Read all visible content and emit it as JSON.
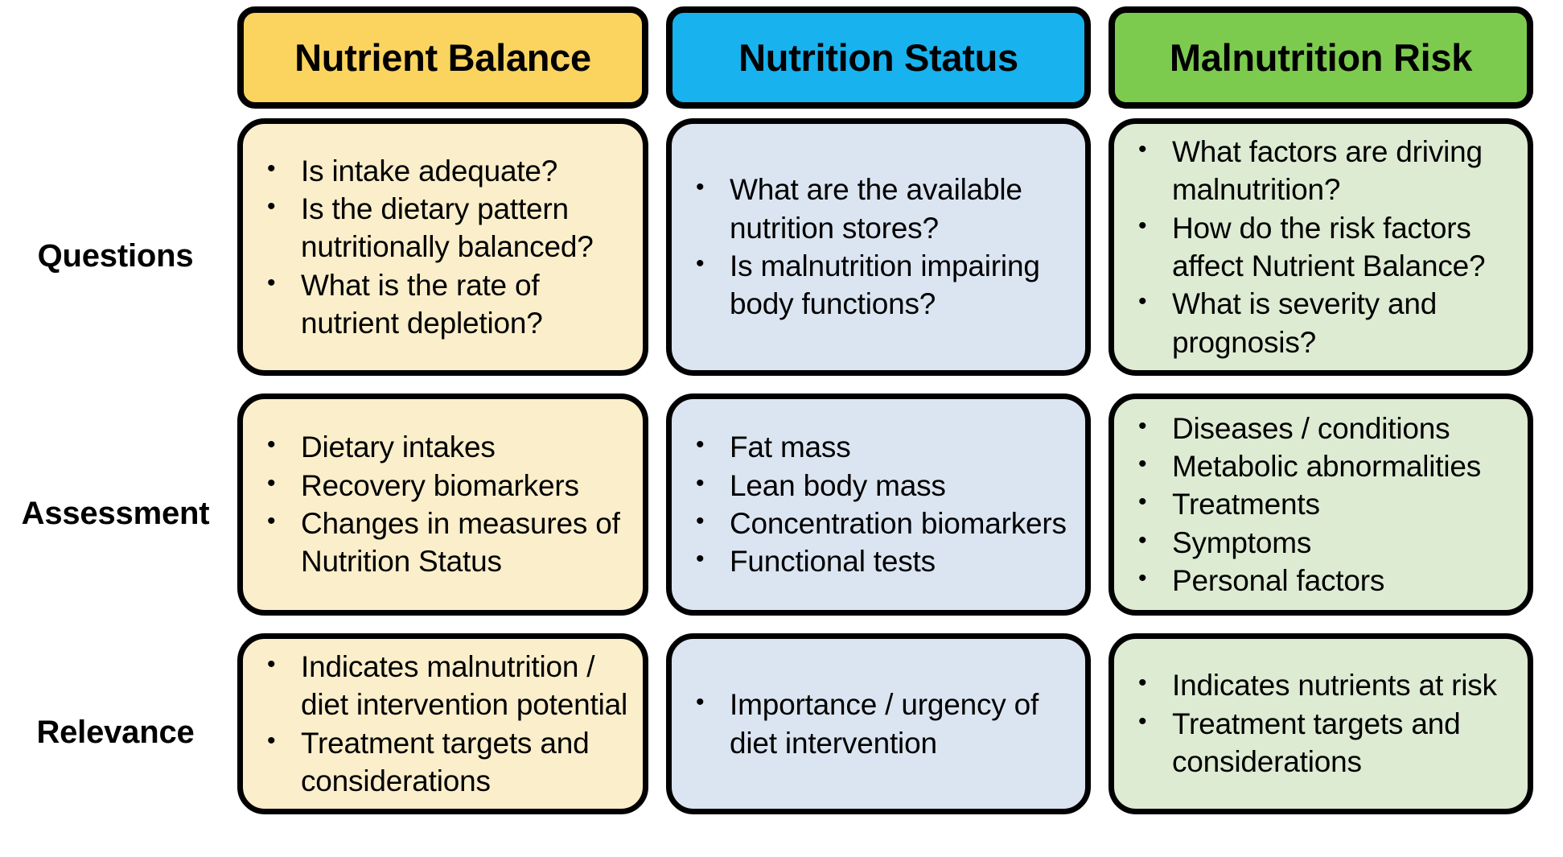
{
  "title": "Nutrient Balance / Nutrition Status / Malnutrition Risk matrix",
  "colors": {
    "header_nutrient_balance": "#FBD45F",
    "header_nutrition_status": "#18B2EF",
    "header_malnutrition_risk": "#7DCB4E",
    "body_nutrient_balance": "#FAEECB",
    "body_nutrition_status": "#DBE5F1",
    "body_malnutrition_risk": "#DEEBD3",
    "outline": "#000000",
    "text": "#000000"
  },
  "columns": [
    {
      "id": "nutrient-balance",
      "header": "Nutrient Balance"
    },
    {
      "id": "nutrition-status",
      "header": "Nutrition Status"
    },
    {
      "id": "malnutrition-risk",
      "header": "Malnutrition Risk"
    }
  ],
  "rows": [
    {
      "id": "questions",
      "label": "Questions"
    },
    {
      "id": "assessment",
      "label": "Assessment"
    },
    {
      "id": "relevance",
      "label": "Relevance"
    }
  ],
  "cells": {
    "questions": {
      "nutrient_balance": [
        "Is intake adequate?",
        "Is the dietary pattern nutritionally balanced?",
        "What is the rate of nutrient depletion?"
      ],
      "nutrition_status": [
        "What are the available nutrition stores?",
        "Is malnutrition impairing body functions?"
      ],
      "malnutrition_risk": [
        "What factors are driving malnutrition?",
        "How do the risk factors affect Nutrient Balance?",
        "What is severity and prognosis?"
      ]
    },
    "assessment": {
      "nutrient_balance": [
        "Dietary intakes",
        "Recovery biomarkers",
        "Changes in measures of Nutrition Status"
      ],
      "nutrition_status": [
        "Fat mass",
        "Lean body mass",
        "Concentration biomarkers",
        "Functional tests"
      ],
      "malnutrition_risk": [
        "Diseases / conditions",
        "Metabolic abnormalities",
        "Treatments",
        "Symptoms",
        "Personal factors"
      ]
    },
    "relevance": {
      "nutrient_balance": [
        "Indicates malnutrition / diet intervention potential",
        "Treatment targets and considerations"
      ],
      "nutrition_status": [
        "Importance / urgency of diet intervention"
      ],
      "malnutrition_risk": [
        "Indicates nutrients at risk",
        "Treatment targets and considerations"
      ]
    }
  }
}
